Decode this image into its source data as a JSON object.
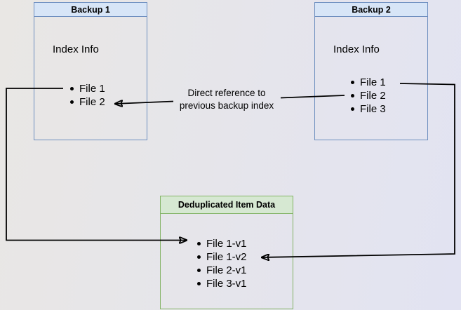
{
  "boxes": {
    "backup1": {
      "title": "Backup 1",
      "section_label": "Index Info",
      "items": [
        "File 1",
        "File 2"
      ]
    },
    "backup2": {
      "title": "Backup 2",
      "section_label": "Index Info",
      "items": [
        "File 1",
        "File 2",
        "File 3"
      ]
    },
    "dedup": {
      "title": "Deduplicated Item Data",
      "items": [
        "File 1-v1",
        "File 1-v2",
        "File 2-v1",
        "File 3-v1"
      ]
    }
  },
  "annotation": {
    "line1": "Direct reference to",
    "line2": "previous backup index"
  },
  "colors": {
    "blue_fill": "#d7e5f7",
    "blue_border": "#6d8ebf",
    "green_fill": "#d6e8d2",
    "green_border": "#83b366",
    "line_color": "#000000",
    "bg_left": "#e9e7e4",
    "bg_right": "#e2e3f2"
  }
}
